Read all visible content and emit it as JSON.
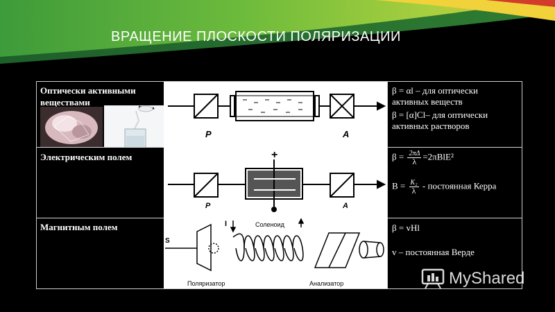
{
  "slide": {
    "title": "ВРАЩЕНИЕ ПЛОСКОСТИ ПОЛЯРИЗАЦИИ"
  },
  "rows": [
    {
      "label": "Оптически активными веществами",
      "formulas": {
        "line1": "β = αl – для оптически активных веществ",
        "line2": "β = [α]Cl– для оптически активных растворов"
      }
    },
    {
      "label": "Электрическим полем",
      "formulas": {
        "beta_prefix": "β =",
        "beta_num": "2πΔ",
        "beta_den": "λ",
        "beta_suffix": "=2πBlE²",
        "b_prefix": "B =",
        "b_num": "K₂",
        "b_den": "λ",
        "b_suffix": "- постоянная Керра"
      }
    },
    {
      "label": "Магнитным полем",
      "formulas": {
        "line1": "β = vHl",
        "line2": "v – постоянная Верде"
      }
    }
  ],
  "diagram": {
    "row1_left": "P",
    "row1_right": "A",
    "row2_left": "P",
    "row2_right": "A",
    "plus": "+",
    "solenoid": "Соленоид",
    "current": "I",
    "source": "S",
    "polarizer": "Поляризатор",
    "analyzer": "Анализатор"
  },
  "watermark": {
    "text": "MyShared"
  },
  "colors": {
    "background": "#000000",
    "band_green": "#4fa83a",
    "band_yellow": "#e8c232",
    "diagram_background": "#ffffff"
  }
}
